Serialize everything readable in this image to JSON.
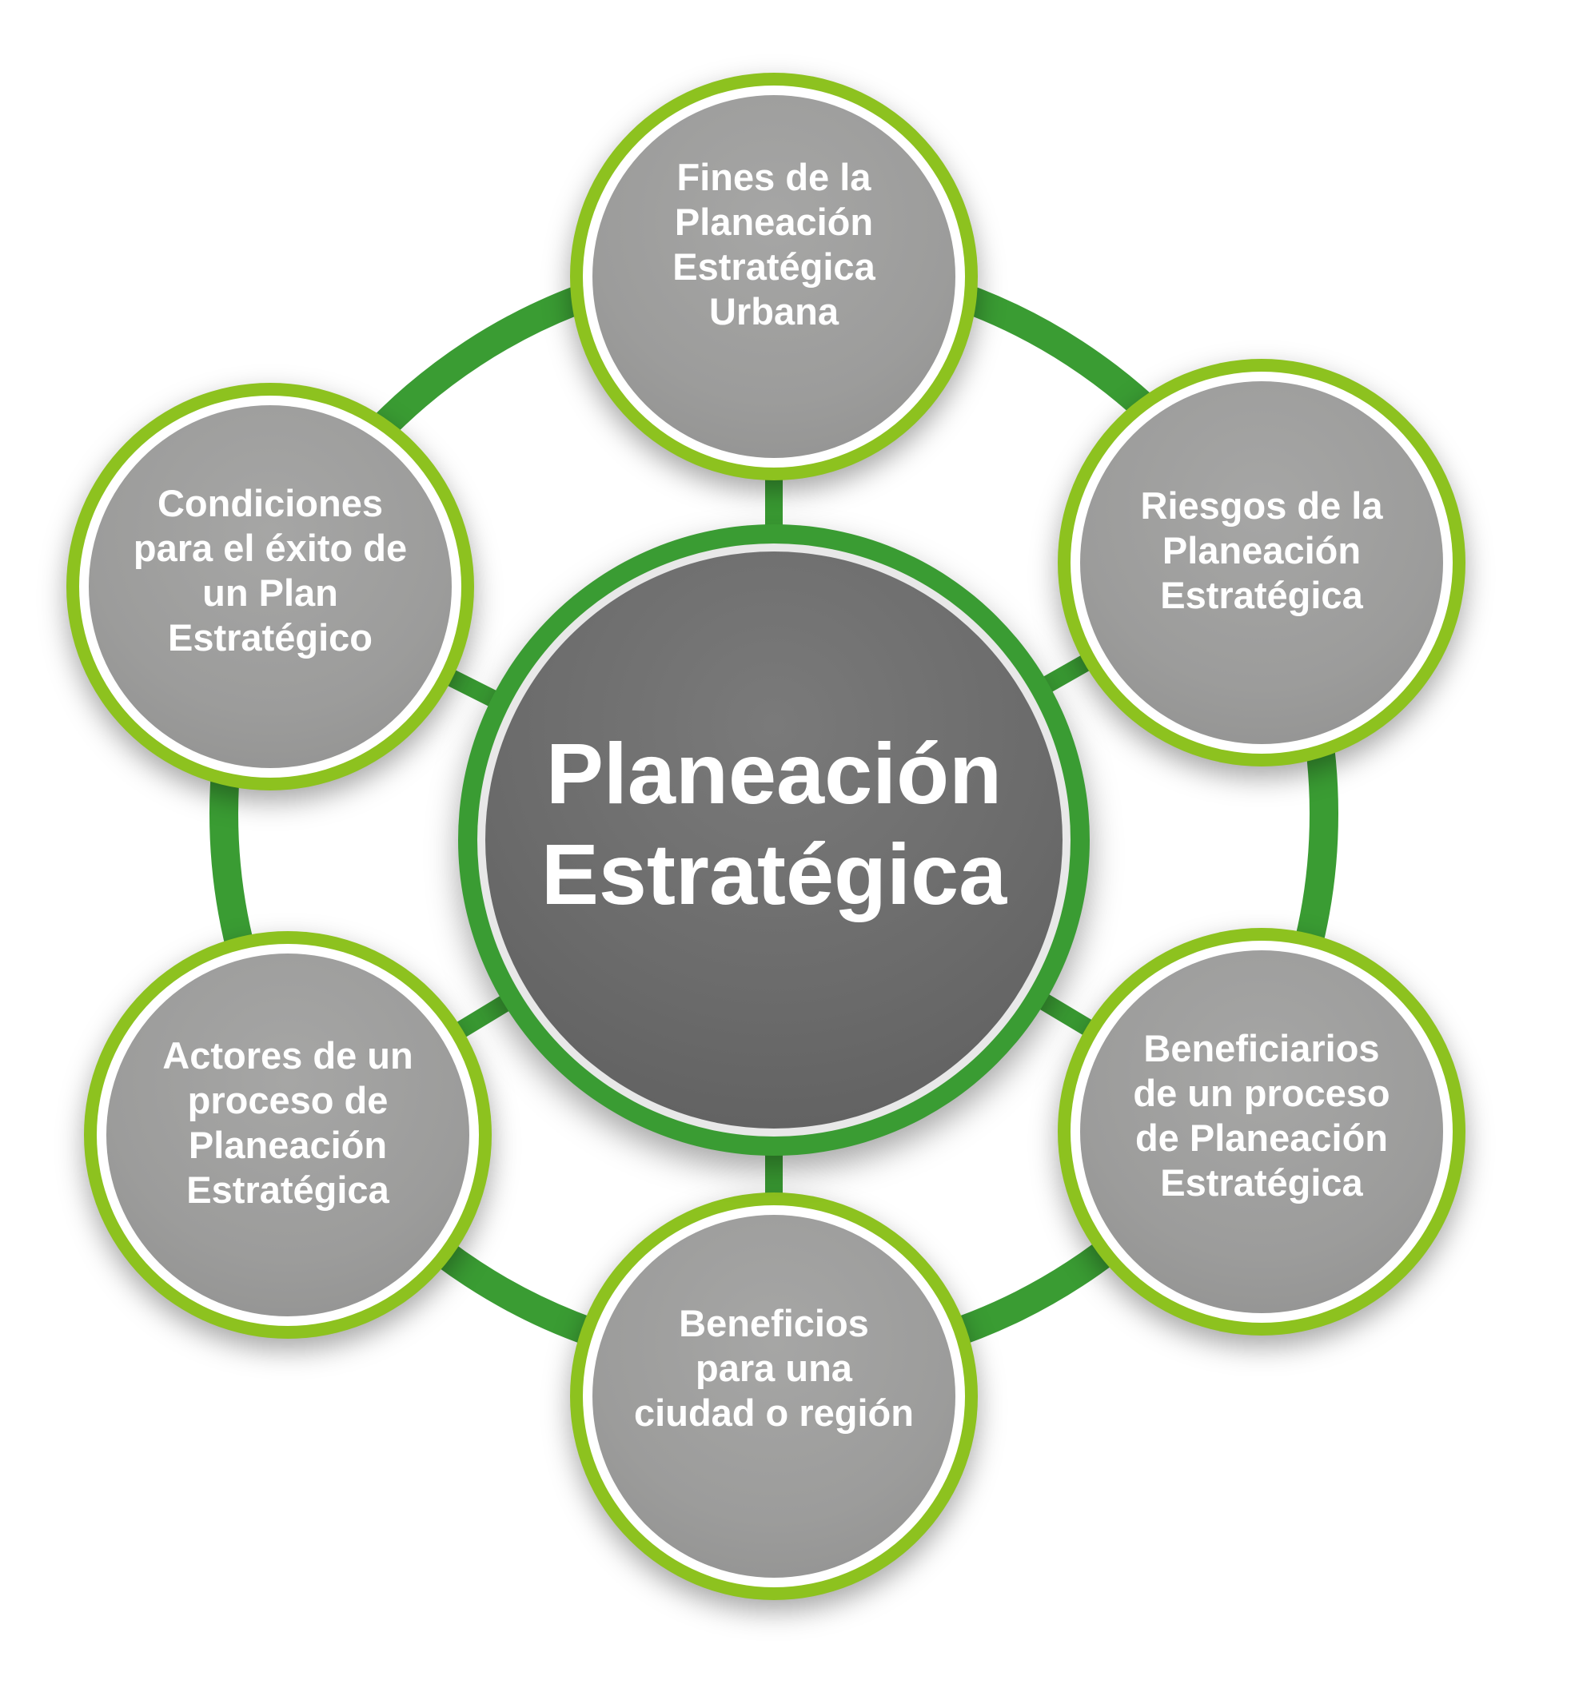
{
  "diagram": {
    "center": {
      "label": "Planeación\nEstratégica"
    },
    "nodes": [
      {
        "id": "fines",
        "label": "Fines de la\nPlaneación\nEstratégica Urbana"
      },
      {
        "id": "riesgos",
        "label": "Riesgos de la\nPlaneación\nEstratégica"
      },
      {
        "id": "beneficiarios",
        "label": "Beneficiarios\nde un  proceso\nde  Planeación\nEstratégica"
      },
      {
        "id": "beneficios",
        "label": "Beneficios\npara una\nciudad o región"
      },
      {
        "id": "actores",
        "label": "Actores de un\nproceso de\nPlaneación\nEstratégica"
      },
      {
        "id": "condiciones",
        "label": "Condiciones\npara el éxito de\nun Plan\nEstratégico"
      }
    ],
    "colors": {
      "ring": "#3a9c33",
      "node_border": "#8dc21f",
      "node_fill": "#9c9c9b",
      "center_fill": "#6b6b6b",
      "text": "#ffffff"
    }
  }
}
